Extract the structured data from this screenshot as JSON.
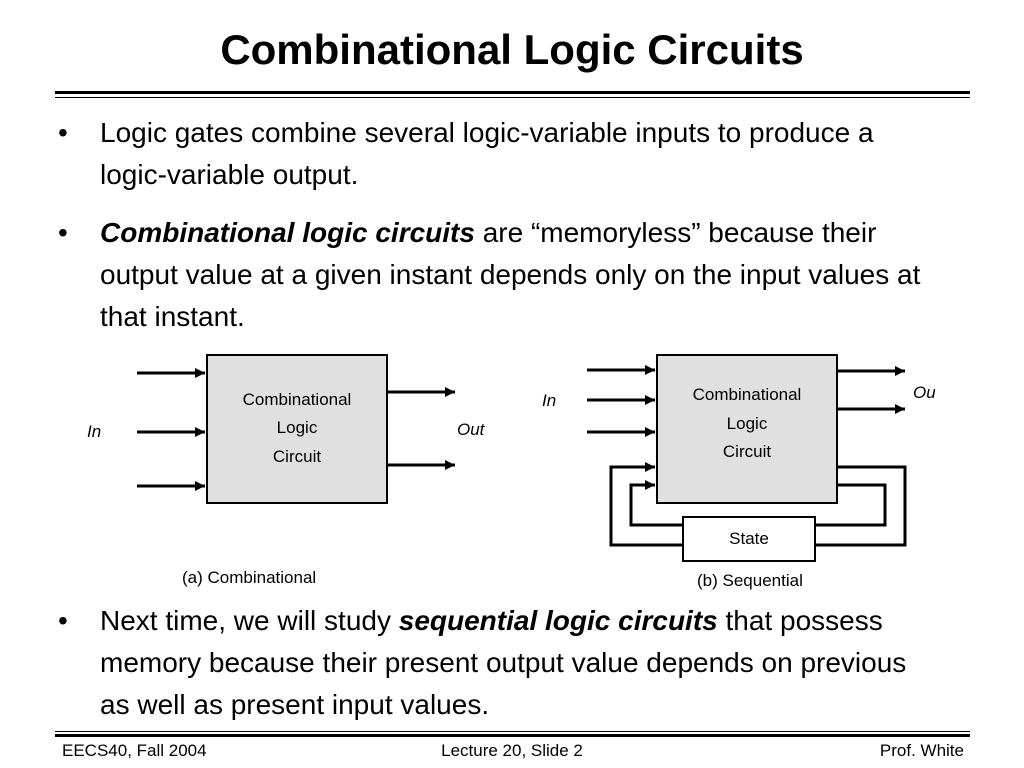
{
  "slide": {
    "title": "Combinational Logic Circuits",
    "bullet_char": "•",
    "bullets": [
      {
        "text": "Logic gates combine several logic-variable inputs to produce a logic-variable output."
      },
      {
        "em": "Combinational logic circuits",
        "text": " are “memoryless” because their output value at a given instant depends only on the input values at that instant."
      },
      {
        "pre": "Next time, we will study ",
        "em": "sequential logic circuits",
        "text": " that possess memory because their present output value depends on previous as well as present input values."
      }
    ]
  },
  "diagram": {
    "comb": {
      "block_lines": [
        "Combinational",
        "Logic",
        "Circuit"
      ],
      "in_label": "In",
      "out_label": "Out",
      "caption": "(a) Combinational"
    },
    "seq": {
      "block_lines": [
        "Combinational",
        "Logic",
        "Circuit"
      ],
      "in_label": "In",
      "out_label": "Out",
      "state_label": "State",
      "caption": "(b) Sequential"
    },
    "block_fill": "#e0e0e0"
  },
  "footer": {
    "left": "EECS40, Fall 2004",
    "center": "Lecture 20, Slide 2",
    "right": "Prof. White"
  }
}
